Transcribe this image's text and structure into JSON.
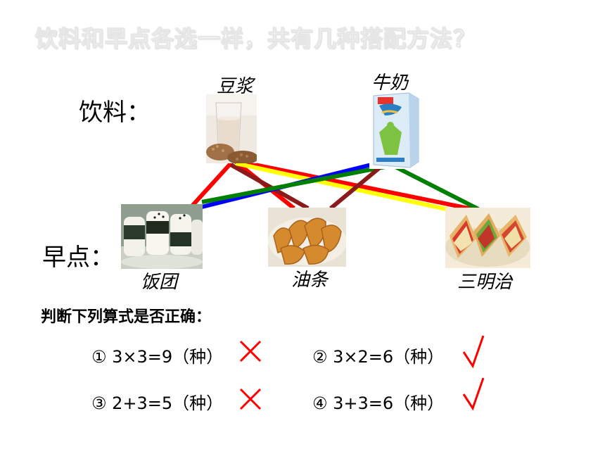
{
  "title": "饮料和早点各选一样，共有几种搭配方法？",
  "drinks_label": "饮料：",
  "breakfast_label": "早点：",
  "drinks": [
    {
      "label": "豆浆"
    },
    {
      "label": "牛奶"
    }
  ],
  "breakfast": [
    {
      "label": "饭团"
    },
    {
      "label": "油条"
    },
    {
      "label": "三明治"
    }
  ],
  "question": "判断下列算式是否正确：",
  "equations": [
    {
      "text": "① 3×3=9（种）",
      "mark": "cross"
    },
    {
      "text": "② 3×2=6（种）",
      "mark": "check"
    },
    {
      "text": "③ 2+3=5（种）",
      "mark": "cross"
    },
    {
      "text": "④ 3+3=6（种）",
      "mark": "check"
    }
  ],
  "colors": {
    "red": "#ff0000",
    "brown": "#8b1a1a",
    "yellow": "#ffff00",
    "blue": "#0000ff",
    "green": "#008000",
    "mark": "#ff0000"
  }
}
